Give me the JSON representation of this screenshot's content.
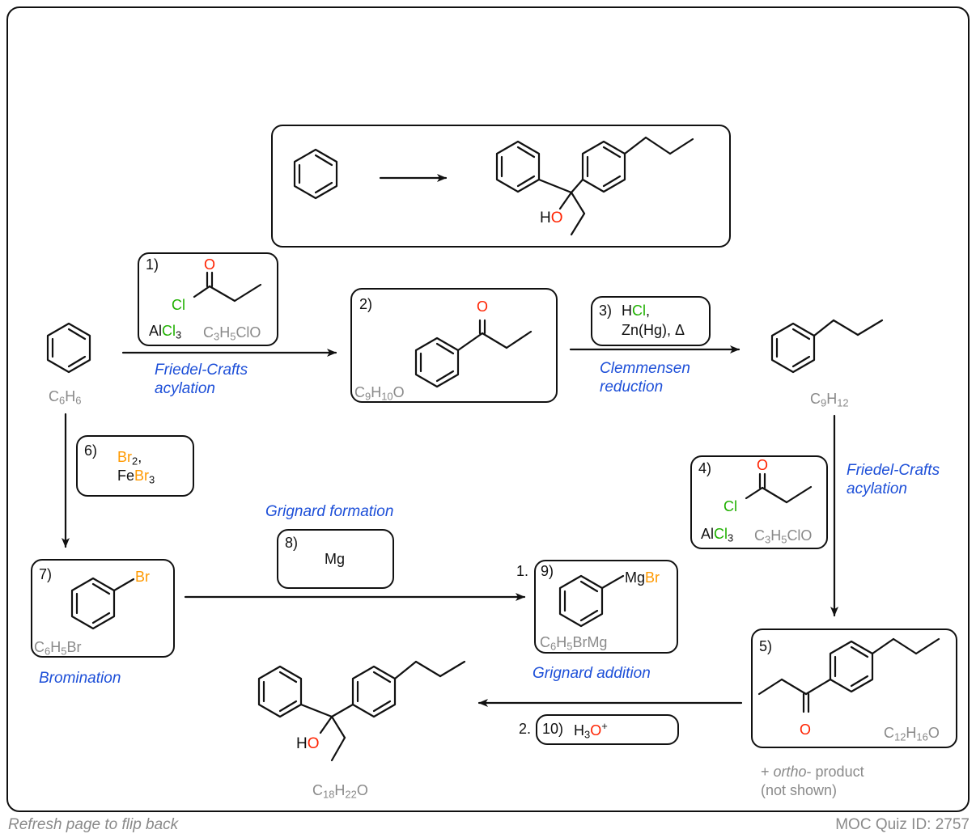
{
  "target": {
    "ho_label_h": "H",
    "ho_label_o": "O"
  },
  "step1": {
    "num": "1)",
    "o": "O",
    "cl": "Cl",
    "alcl3_al": "Al",
    "alcl3_cl": "Cl",
    "alcl3_sub": "3",
    "formula": [
      "C",
      "3",
      "H",
      "5",
      "ClO"
    ]
  },
  "fc_acylation_1": [
    "Friedel-Crafts",
    "acylation"
  ],
  "benzene": {
    "formula": [
      "C",
      "6",
      "H",
      "6"
    ]
  },
  "step2": {
    "num": "2)",
    "o": "O",
    "formula": [
      "C",
      "9",
      "H",
      "10",
      "O"
    ]
  },
  "step3": {
    "num": "3)",
    "hcl_h": "H",
    "hcl_cl": "Cl",
    "hcl_comma": ",",
    "zn": "Zn(Hg), Δ"
  },
  "clemmensen": [
    "Clemmensen",
    "reduction"
  ],
  "propylbenzene": {
    "formula": [
      "C",
      "9",
      "H",
      "12"
    ]
  },
  "step4": {
    "num": "4)",
    "o": "O",
    "cl": "Cl",
    "alcl3_al": "Al",
    "alcl3_cl": "Cl",
    "alcl3_sub": "3",
    "formula": [
      "C",
      "3",
      "H",
      "5",
      "ClO"
    ]
  },
  "fc_acylation_2": [
    "Friedel-Crafts",
    "acylation"
  ],
  "step5": {
    "num": "5)",
    "o": "O",
    "formula": [
      "C",
      "12",
      "H",
      "16",
      "O"
    ]
  },
  "ortho_note": {
    "plus": "+ ",
    "ortho": "ortho",
    "rest": "- product",
    "line2": "(not shown)"
  },
  "step6": {
    "num": "6)",
    "br": "Br",
    "br_sub": "2",
    "comma": ",",
    "fe": "Fe",
    "febr": "Br",
    "febr_sub": "3"
  },
  "step7": {
    "num": "7)",
    "br": "Br",
    "formula": [
      "C",
      "6",
      "H",
      "5",
      "Br"
    ]
  },
  "bromination": "Bromination",
  "grignard_formation": "Grignard formation",
  "step8": {
    "num": "8)",
    "mg": "Mg"
  },
  "step9": {
    "prefix": "1.",
    "num": "9)",
    "mg": "Mg",
    "br": "Br",
    "formula": [
      "C",
      "6",
      "H",
      "5",
      "BrMg"
    ]
  },
  "grignard_addition": "Grignard addition",
  "step10": {
    "prefix": "2.",
    "num": "10)",
    "h": "H",
    "h_sub": "3",
    "o": "O",
    "plus": "+"
  },
  "product": {
    "h": "H",
    "o": "O",
    "formula": [
      "C",
      "18",
      "H",
      "22",
      "O"
    ]
  },
  "footer": {
    "left": "Refresh page to flip back",
    "right": "MOC Quiz ID: 2757"
  },
  "colors": {
    "blue": "#1d4fd8",
    "gray": "#8a8a8a",
    "green": "#1fb000",
    "red": "#ff2200",
    "orange": "#ff9900"
  }
}
